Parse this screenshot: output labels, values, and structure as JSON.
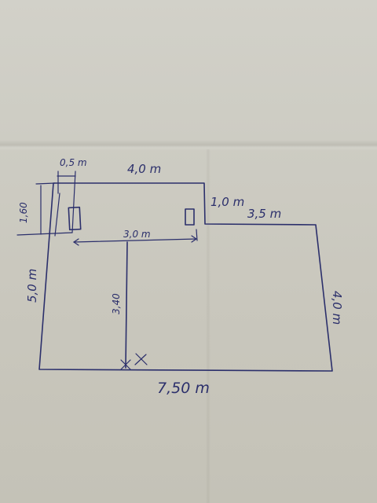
{
  "plan": {
    "dim_top": "4,0 m",
    "dim_step": "1,0 m",
    "dim_step_top": "3,5 m",
    "dim_right": "4,0 m",
    "dim_bottom": "7,50 m",
    "dim_left": "5,0 m",
    "dim_inner_width": "3,0 m",
    "dim_inner_height": "3,40",
    "dim_small_offset": "0,5 m",
    "dim_small_height": "1,60"
  }
}
